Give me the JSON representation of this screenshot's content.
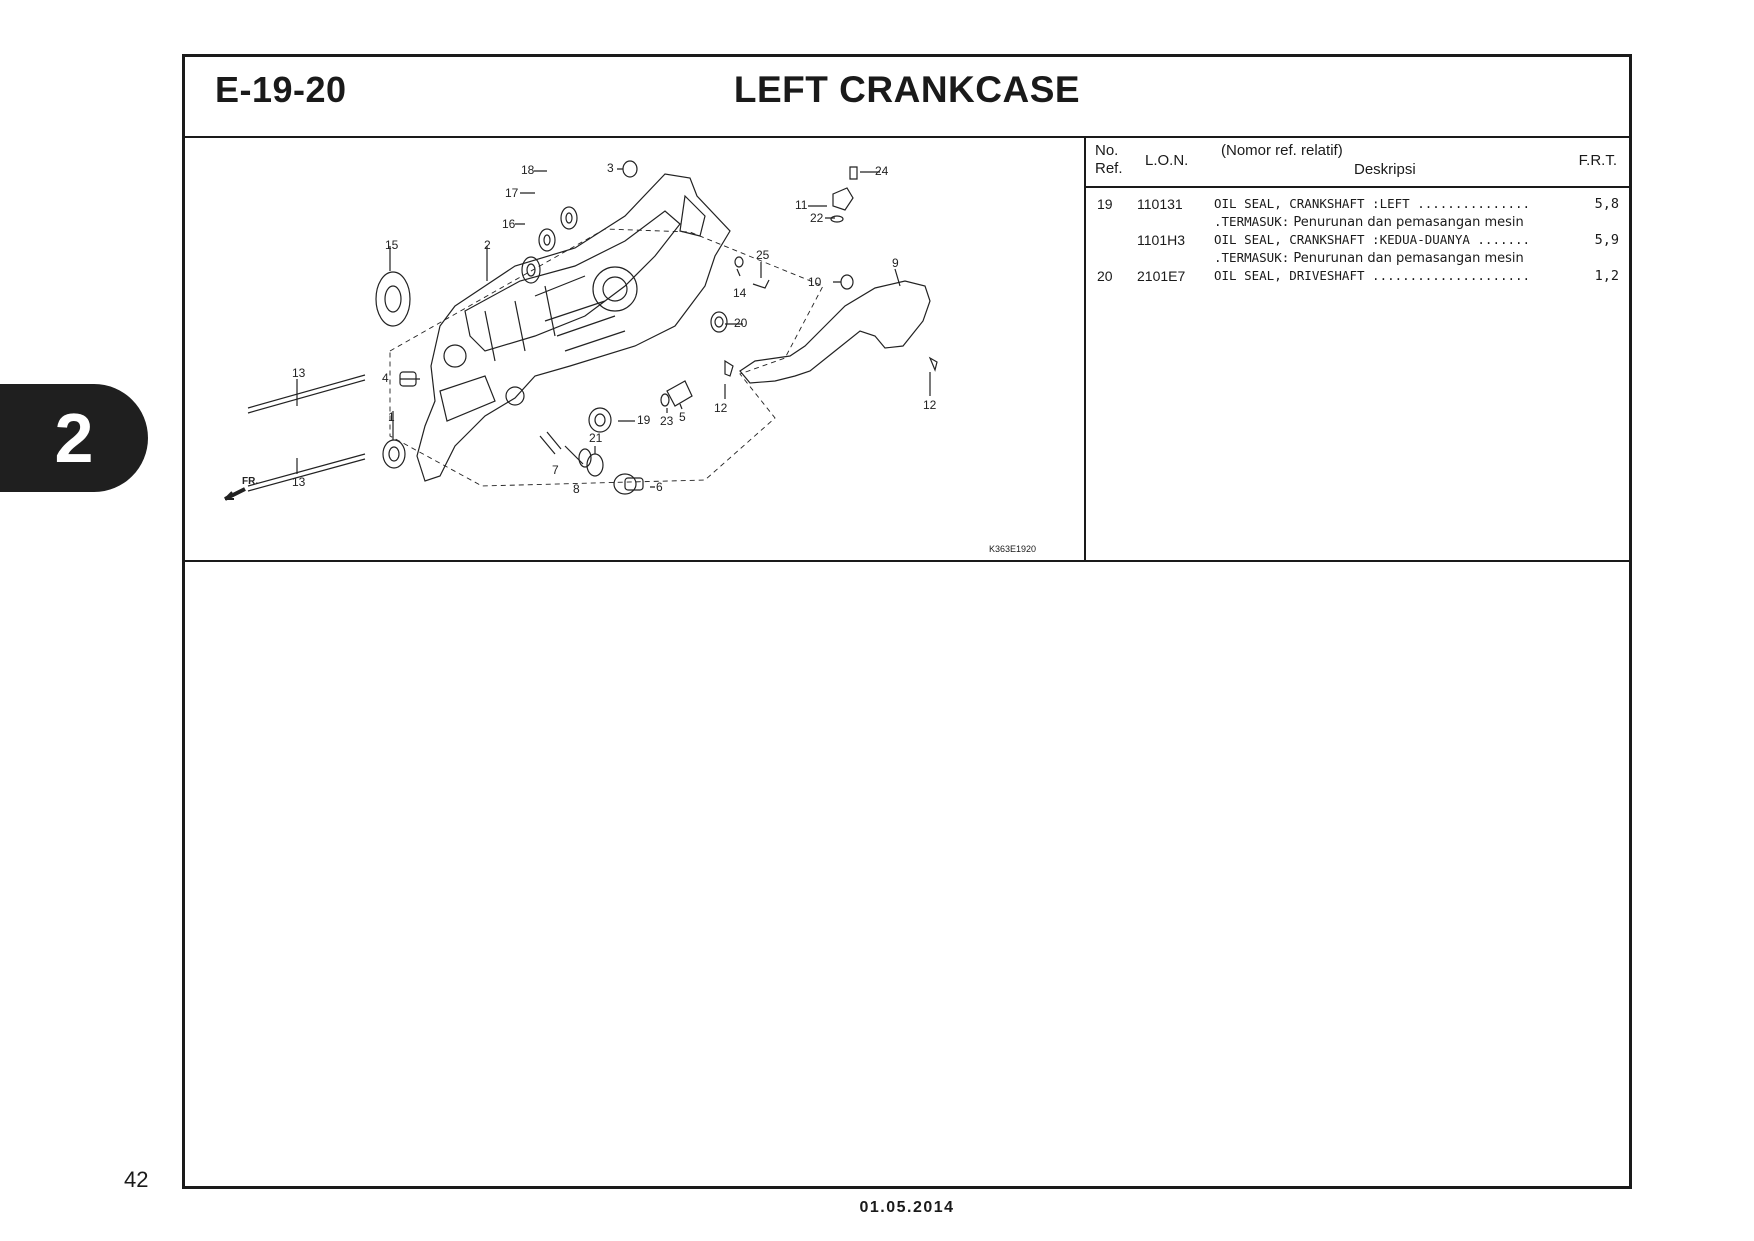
{
  "header": {
    "section_code": "E-19-20",
    "title": "LEFT CRANKCASE"
  },
  "chapter_tab": "2",
  "page_number": "42",
  "footer_date": "01.05.2014",
  "diagram": {
    "drawing_code": "K363E1920",
    "front_marker": "FR.",
    "callouts": [
      "1",
      "2",
      "3",
      "4",
      "5",
      "6",
      "7",
      "8",
      "9",
      "10",
      "11",
      "12",
      "12",
      "13",
      "13",
      "14",
      "15",
      "16",
      "17",
      "18",
      "19",
      "20",
      "21",
      "22",
      "23",
      "24",
      "25"
    ]
  },
  "parts_table": {
    "col_no": "No.",
    "col_ref": "Ref.",
    "col_lon": "L.O.N.",
    "col_ref_rel": "(Nomor ref. relatif)",
    "col_desc": "Deskripsi",
    "col_frt": "F.R.T.",
    "rows": [
      {
        "ref": "19",
        "lon": "110131",
        "desc": "OIL SEAL, CRANKSHAFT :LEFT ...............",
        "frt": "5,8",
        "note_pre": ".TERMASUK:",
        "note_post": " Penurunan dan pemasangan mesin"
      },
      {
        "ref": "",
        "lon": "1101H3",
        "desc": "OIL SEAL, CRANKSHAFT :KEDUA-DUANYA .......",
        "frt": "5,9",
        "note_pre": ".TERMASUK:",
        "note_post": " Penurunan dan pemasangan mesin"
      },
      {
        "ref": "20",
        "lon": "2101E7",
        "desc": "OIL SEAL, DRIVESHAFT .....................",
        "frt": "1,2",
        "note_pre": "",
        "note_post": ""
      }
    ]
  }
}
